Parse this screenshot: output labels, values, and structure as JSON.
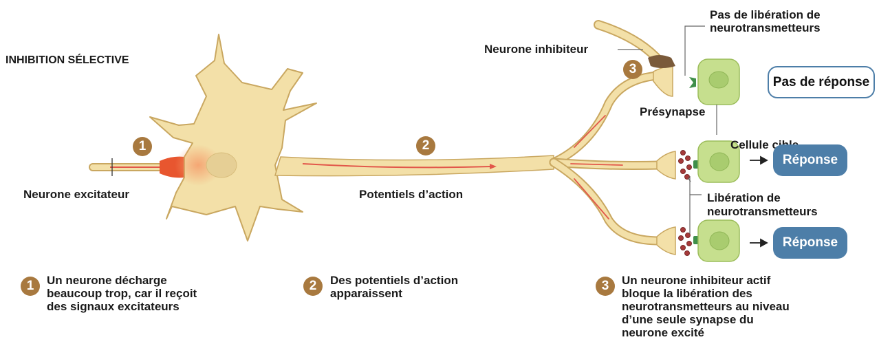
{
  "title": "INHIBITION SÉLECTIVE",
  "labels": {
    "excitatory_neuron": "Neurone excitateur",
    "action_potentials": "Potentiels d’action",
    "inhibitory_neuron": "Neurone inhibiteur",
    "no_release": "Pas de libération de\nneurotransmetteurs",
    "presynapse": "Présynapse",
    "target_cell": "Cellule cible",
    "release": "Libération de\nneurotransmetteurs",
    "no_response": "Pas de réponse",
    "response_1": "Réponse",
    "response_2": "Réponse"
  },
  "markers": {
    "m1": "1",
    "m2": "2",
    "m3": "3"
  },
  "captions": [
    {
      "number": "1",
      "text": "Un neurone décharge\nbeaucoup trop, car il reçoit\ndes signaux excitateurs"
    },
    {
      "number": "2",
      "text": "Des potentiels d’action\napparaissent"
    },
    {
      "number": "3",
      "text": "Un neurone inhibiteur actif\nbloque la libération des\nneurotransmetteurs au niveau\nd’une seule synapse du\nneurone excité"
    }
  ],
  "colors": {
    "neuron_fill": "#f3e0a8",
    "neuron_outline": "#c9a760",
    "signal": "#e2574a",
    "inhibitory": "#7a5a3a",
    "cell_fill": "#c6df8e",
    "nucleus": "#a9cc6f",
    "vesicle": "#a63a3a",
    "receptor": "#3f8f4a",
    "box_blue": "#4d7ea8",
    "marker": "#a8793f"
  }
}
